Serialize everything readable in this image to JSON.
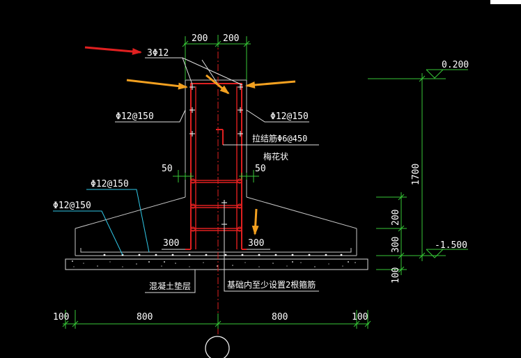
{
  "drawing": {
    "top_dims": [
      "200",
      "200"
    ],
    "top_rebar": "3Φ12",
    "stirrup_left": "Φ12@150",
    "stirrup_right": "Φ12@150",
    "tie_bar": "拉结筋Φ6@450",
    "tie_bar_note": "梅花状",
    "cover_left": "50",
    "cover_right": "50",
    "footing_rebar_top": "Φ12@150",
    "footing_rebar_bottom": "Φ12@150",
    "anchor_left": "300",
    "anchor_right": "300",
    "cushion_label": "混凝土垫层",
    "bottom_note": "基础内至少设置2根箍筋",
    "bottom_dims": [
      "100",
      "800",
      "800",
      "100"
    ],
    "elev_top": "0.200",
    "elev_bottom": "-1.500",
    "right_dims": [
      "1700",
      "200",
      "300",
      "100"
    ]
  },
  "colors": {
    "background": "#000000",
    "dimension": "#37c837",
    "rebar": "#e02020",
    "arrow_yellow": "#f2a020",
    "arrow_red": "#e02020",
    "leader_cyan": "#30c8e8"
  }
}
